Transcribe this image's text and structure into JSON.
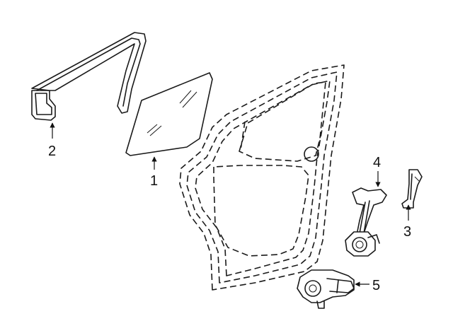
{
  "callouts": [
    {
      "number": "1",
      "part": "glass"
    },
    {
      "number": "2",
      "part": "run-channel"
    },
    {
      "number": "3",
      "part": "bracket"
    },
    {
      "number": "4",
      "part": "window-regulator"
    },
    {
      "number": "5",
      "part": "regulator-motor"
    }
  ],
  "colors": {
    "line": "#1a1a1a",
    "background": "#ffffff"
  }
}
